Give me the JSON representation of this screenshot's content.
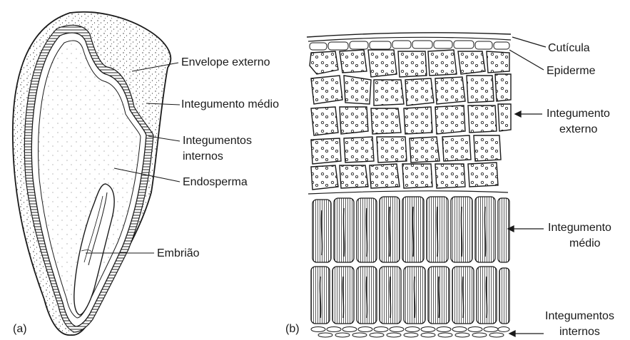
{
  "panel_a": {
    "tag": "(a)",
    "labels": {
      "envelope": "Envelope externo",
      "integ_medio": "Integumento médio",
      "integ_internos_1": "Integumentos",
      "integ_internos_2": "internos",
      "endosperma": "Endosperma",
      "embriao": "Embrião"
    }
  },
  "panel_b": {
    "tag": "(b)",
    "labels": {
      "cuticula": "Cutícula",
      "epiderme": "Epiderme",
      "integ_externo_1": "Integumento",
      "integ_externo_2": "externo",
      "integ_medio_1": "Integumento",
      "integ_medio_2": "médio",
      "integ_internos_1": "Integumentos",
      "integ_internos_2": "internos"
    }
  },
  "colors": {
    "ink": "#1a1a1a",
    "paper": "#ffffff",
    "stipple": "#3a3a3a"
  }
}
